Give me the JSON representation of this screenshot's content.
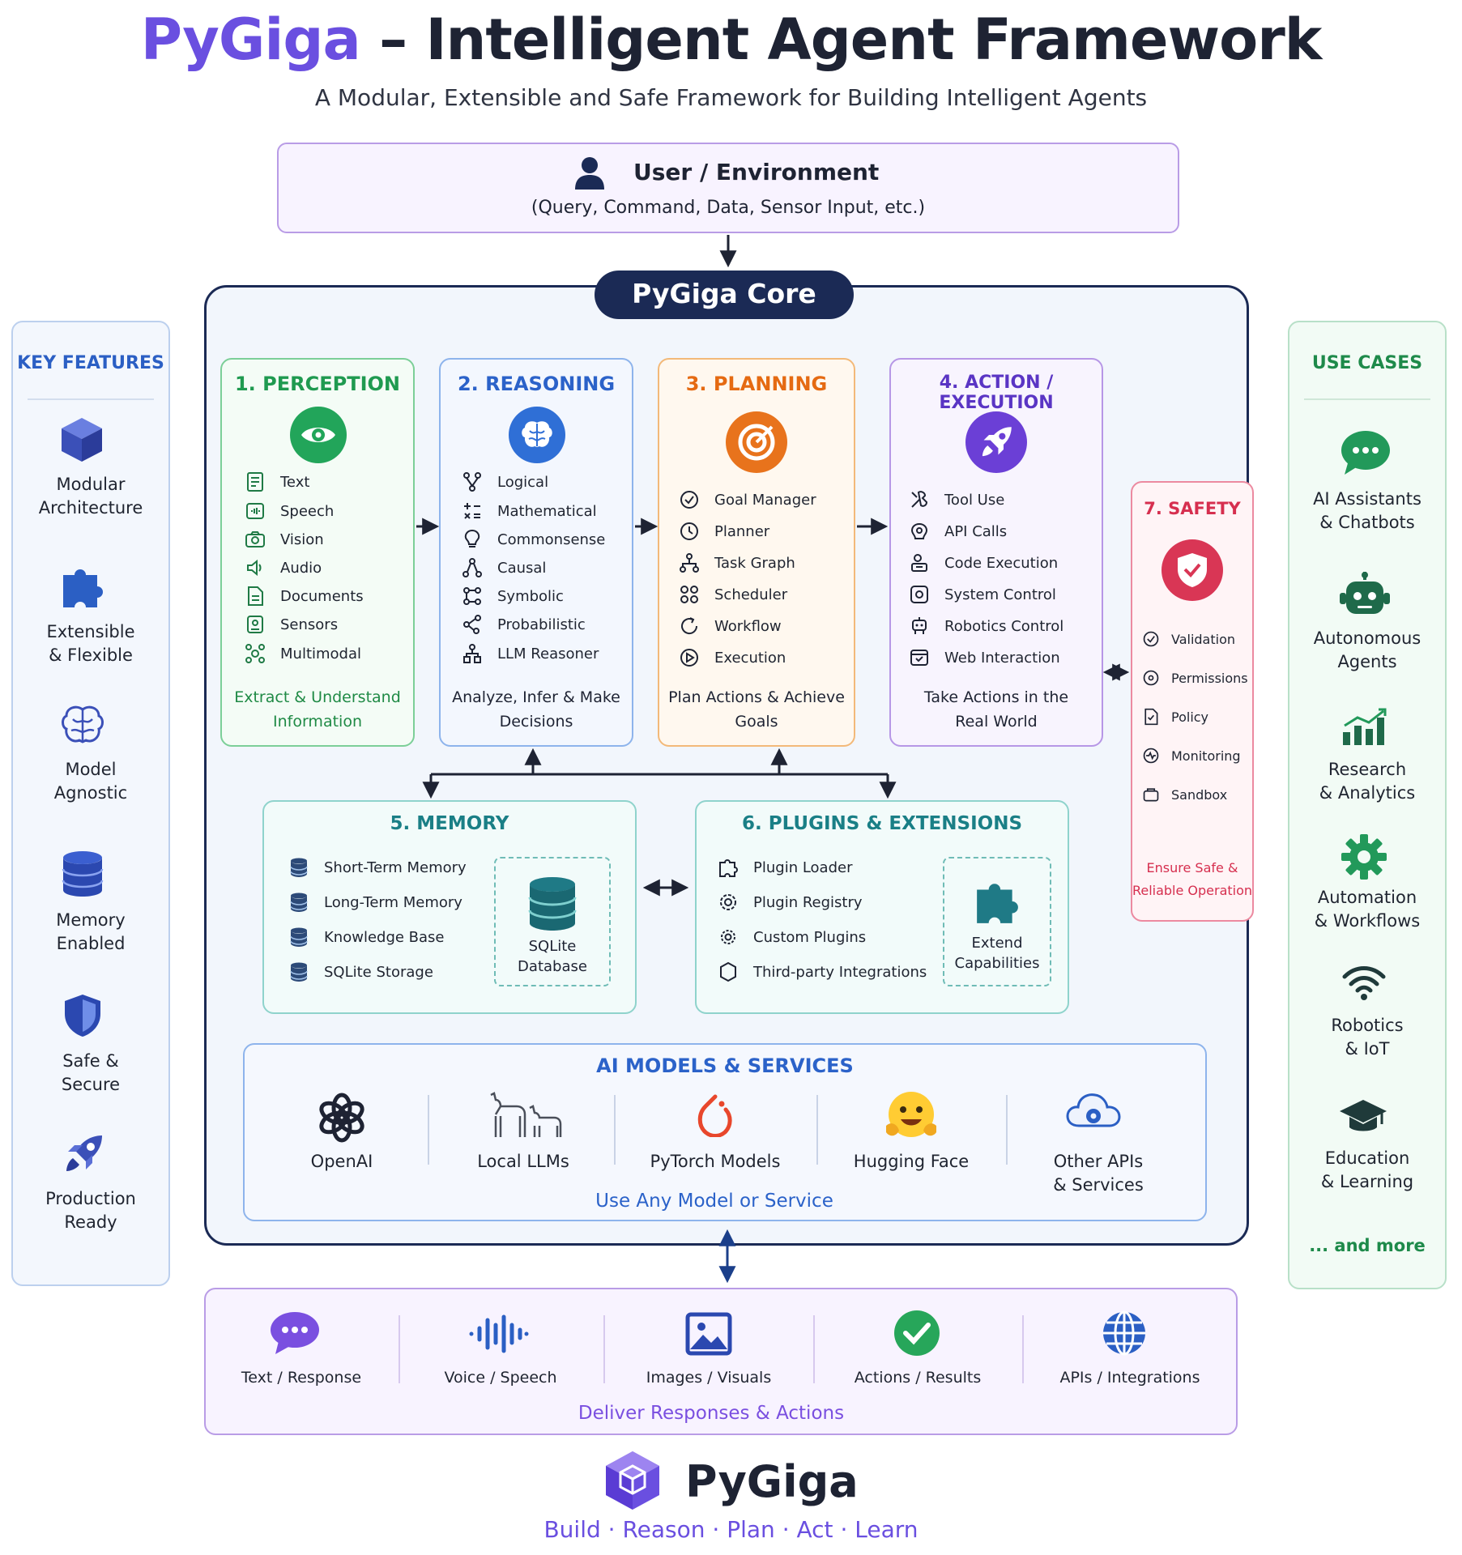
{
  "header": {
    "brand": "PyGiga",
    "title_rest": " – Intelligent Agent Framework",
    "subtitle": "A Modular, Extensible and Safe Framework for Building Intelligent Agents"
  },
  "user_env": {
    "title": "User / Environment",
    "subtitle": "(Query, Command, Data, Sensor Input, etc.)"
  },
  "core": {
    "title": "PyGiga Core"
  },
  "key_features": {
    "title": "KEY FEATURES",
    "items": [
      {
        "l1": "Modular",
        "l2": "Architecture",
        "icon": "cube-icon"
      },
      {
        "l1": "Extensible",
        "l2": "& Flexible",
        "icon": "puzzle-icon"
      },
      {
        "l1": "Model",
        "l2": "Agnostic",
        "icon": "brain-icon"
      },
      {
        "l1": "Memory",
        "l2": "Enabled",
        "icon": "database-icon"
      },
      {
        "l1": "Safe &",
        "l2": "Secure",
        "icon": "shield-icon"
      },
      {
        "l1": "Production",
        "l2": "Ready",
        "icon": "rocket-icon"
      }
    ]
  },
  "use_cases": {
    "title": "USE CASES",
    "items": [
      {
        "l1": "AI Assistants",
        "l2": "& Chatbots",
        "icon": "chat-icon"
      },
      {
        "l1": "Autonomous",
        "l2": "Agents",
        "icon": "robot-icon"
      },
      {
        "l1": "Research",
        "l2": "& Analytics",
        "icon": "chart-icon"
      },
      {
        "l1": "Automation",
        "l2": "& Workflows",
        "icon": "gear-icon"
      },
      {
        "l1": "Robotics",
        "l2": "& IoT",
        "icon": "wifi-icon"
      },
      {
        "l1": "Education",
        "l2": "& Learning",
        "icon": "graduation-cap-icon"
      }
    ],
    "more": "... and more"
  },
  "perception": {
    "title": "1. PERCEPTION",
    "items": [
      "Text",
      "Speech",
      "Vision",
      "Audio",
      "Documents",
      "Sensors",
      "Multimodal"
    ],
    "foot1": "Extract & Understand",
    "foot2": "Information",
    "color": "#27a65a"
  },
  "reasoning": {
    "title": "2. REASONING",
    "items": [
      "Logical",
      "Mathematical",
      "Commonsense",
      "Causal",
      "Symbolic",
      "Probabilistic",
      "LLM Reasoner"
    ],
    "foot1": "Analyze, Infer & Make",
    "foot2": "Decisions",
    "color": "#2f6fd6"
  },
  "planning": {
    "title": "3. PLANNING",
    "items": [
      "Goal Manager",
      "Planner",
      "Task Graph",
      "Scheduler",
      "Workflow",
      "Execution"
    ],
    "foot1": "Plan Actions & Achieve",
    "foot2": "Goals",
    "color": "#e8731c"
  },
  "action": {
    "title": "4. ACTION / EXECUTION",
    "items": [
      "Tool Use",
      "API Calls",
      "Code Execution",
      "System Control",
      "Robotics Control",
      "Web Interaction"
    ],
    "foot1": "Take Actions in the",
    "foot2": "Real World",
    "color": "#6b3fd6"
  },
  "safety": {
    "title": "7. SAFETY",
    "items": [
      "Validation",
      "Permissions",
      "Policy",
      "Monitoring",
      "Sandbox"
    ],
    "foot1": "Ensure Safe &",
    "foot2": "Reliable Operation",
    "color": "#d93655"
  },
  "memory": {
    "title": "5. MEMORY",
    "items": [
      "Short-Term Memory",
      "Long-Term Memory",
      "Knowledge Base",
      "SQLite Storage"
    ],
    "db1": "SQLite",
    "db2": "Database"
  },
  "plugins": {
    "title": "6. PLUGINS & EXTENSIONS",
    "items": [
      "Plugin Loader",
      "Plugin Registry",
      "Custom Plugins",
      "Third-party Integrations"
    ],
    "ext1": "Extend",
    "ext2": "Capabilities"
  },
  "models": {
    "title": "AI MODELS & SERVICES",
    "items": [
      {
        "l1": "OpenAI",
        "l2": "",
        "icon": "openai-logo-icon"
      },
      {
        "l1": "Local LLMs",
        "l2": "",
        "icon": "llama-icon"
      },
      {
        "l1": "PyTorch Models",
        "l2": "",
        "icon": "pytorch-flame-icon"
      },
      {
        "l1": "Hugging Face",
        "l2": "",
        "icon": "hugging-face-icon"
      },
      {
        "l1": "Other APIs",
        "l2": "& Services",
        "icon": "cloud-gear-icon"
      }
    ],
    "foot": "Use Any Model or Service"
  },
  "outputs": {
    "items": [
      {
        "label": "Text / Response",
        "icon": "speech-bubble-icon"
      },
      {
        "label": "Voice / Speech",
        "icon": "sound-wave-icon"
      },
      {
        "label": "Images / Visuals",
        "icon": "image-icon"
      },
      {
        "label": "Actions / Results",
        "icon": "check-circle-icon"
      },
      {
        "label": "APIs / Integrations",
        "icon": "globe-icon"
      }
    ],
    "foot": "Deliver Responses & Actions"
  },
  "footer": {
    "brand": "PyGiga",
    "tagline": [
      "Build",
      "Reason",
      "Plan",
      "Act",
      "Learn"
    ]
  },
  "colors": {
    "navy": "#1b2a55",
    "perception": "#27a65a",
    "reasoning": "#2f6fd6",
    "planning": "#e8731c",
    "action": "#6b3fd6",
    "safety": "#d93655",
    "memory": "#1f8a8a",
    "purple": "#7a4fe0"
  }
}
